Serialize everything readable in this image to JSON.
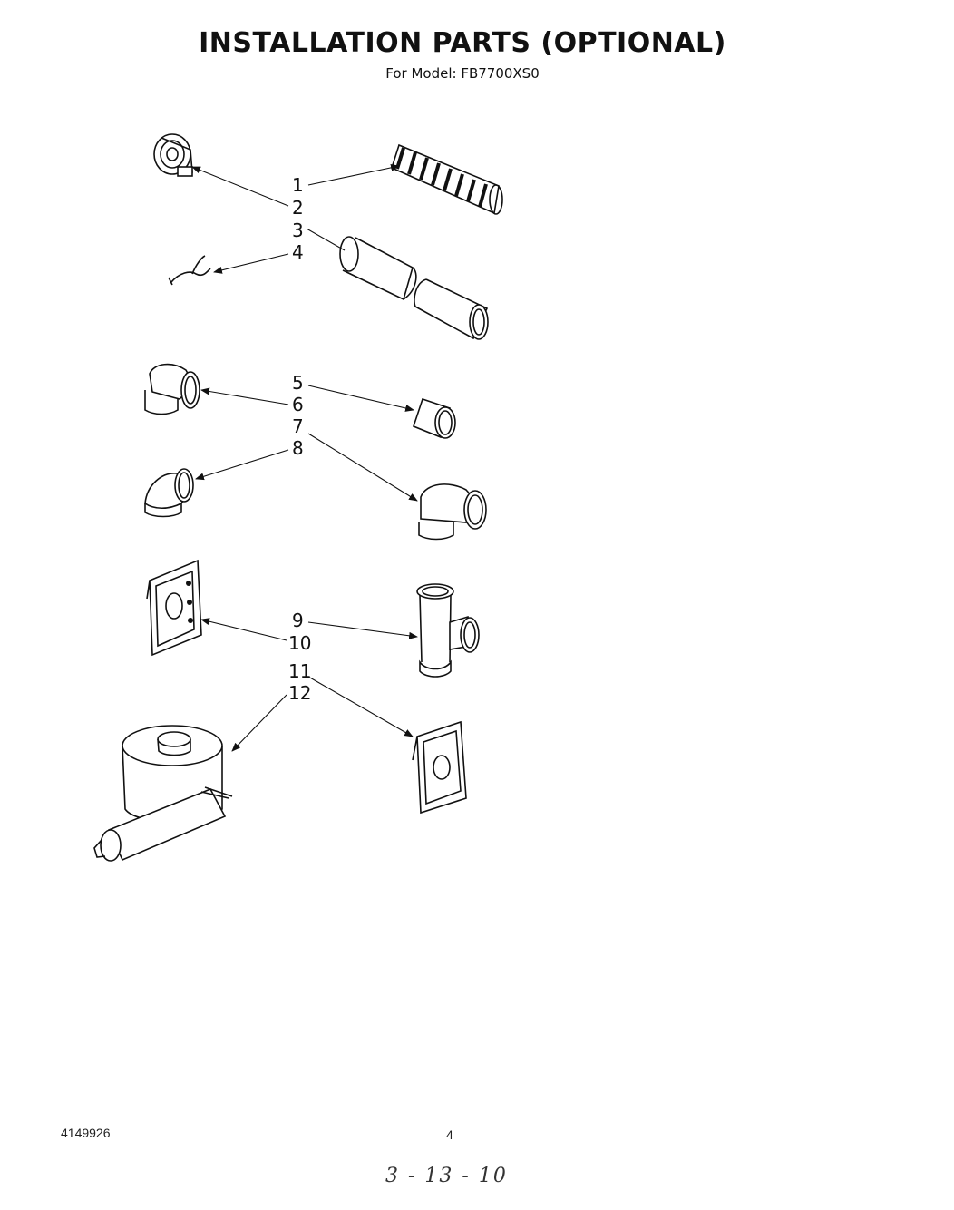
{
  "header": {
    "title": "INSTALLATION PARTS (OPTIONAL)",
    "subtitle": "For Model: FB7700XS0"
  },
  "callouts": [
    {
      "label": "1"
    },
    {
      "label": "2"
    },
    {
      "label": "3"
    },
    {
      "label": "4"
    },
    {
      "label": "5"
    },
    {
      "label": "6"
    },
    {
      "label": "7"
    },
    {
      "label": "8"
    },
    {
      "label": "9"
    },
    {
      "label": "10"
    },
    {
      "label": "11"
    },
    {
      "label": "12"
    }
  ],
  "footer": {
    "doc_number": "4149926",
    "page_number": "4",
    "handwritten_date": "3 - 13 - 10"
  }
}
